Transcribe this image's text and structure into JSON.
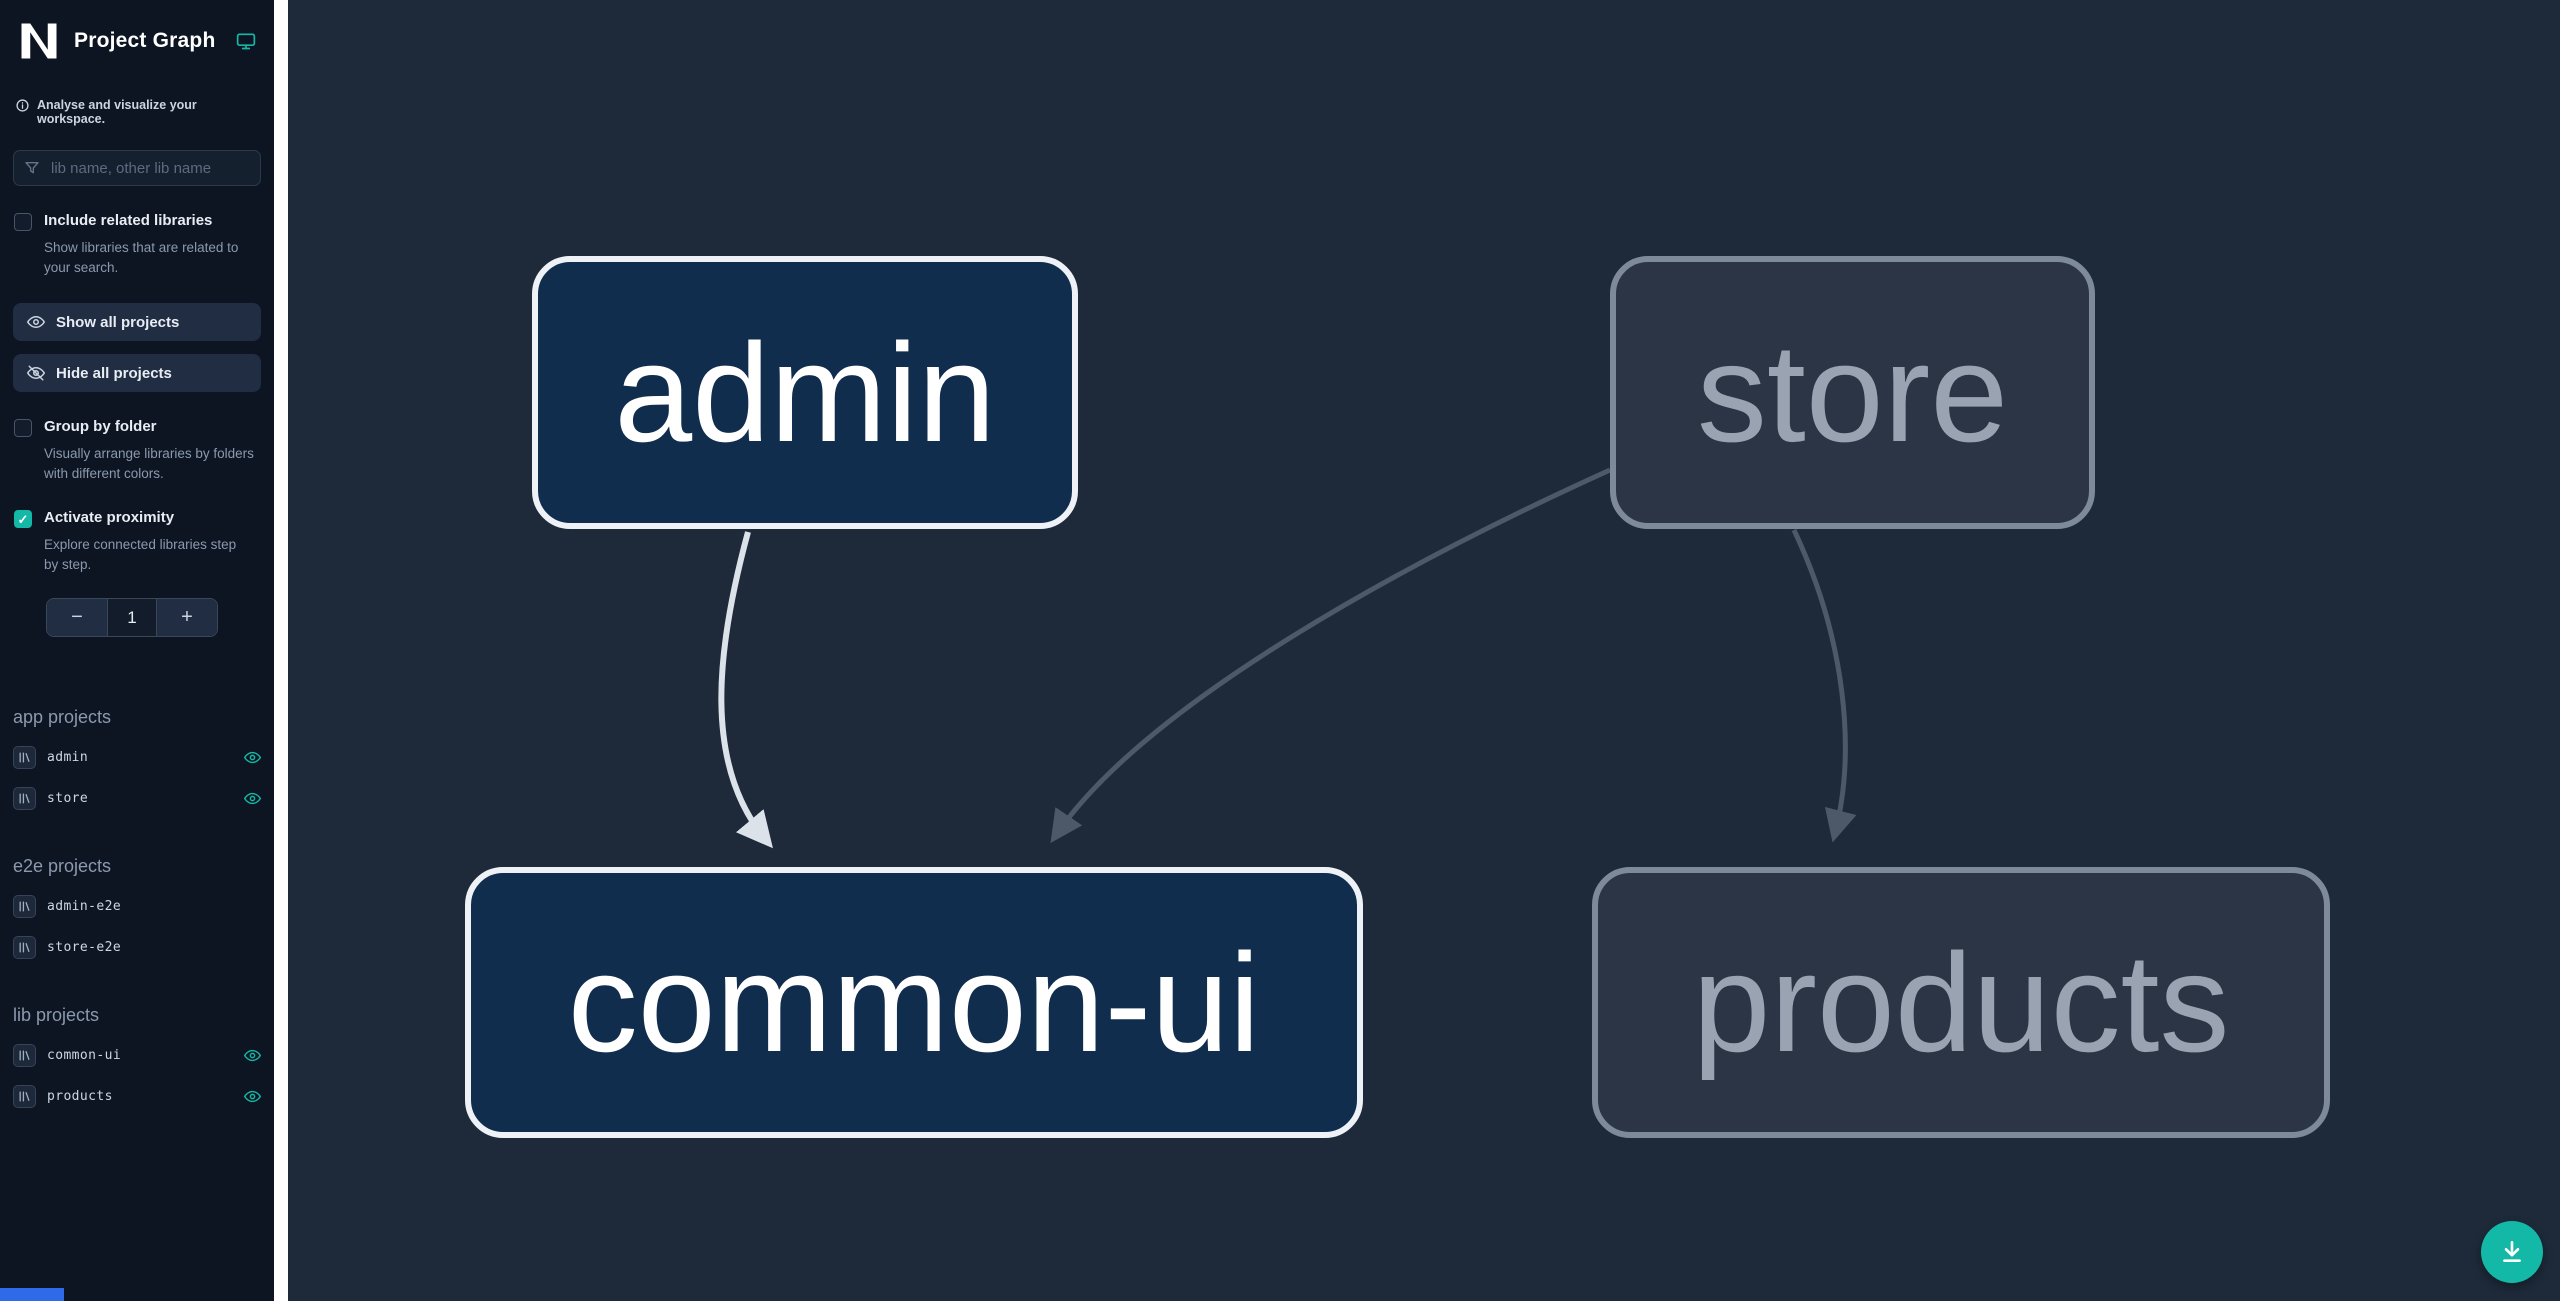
{
  "colors": {
    "accent_teal": "#14b8a6",
    "sidebar_bg": "#0d1522",
    "canvas_bg": "#1e2a3a",
    "node_focused_fill": "#112d4e",
    "node_focused_border": "#eef2f7",
    "node_muted_fill": "#2c3545",
    "node_muted_border": "#7e8999",
    "edge_focused": "#dbe2ea",
    "edge_muted": "#4d5869",
    "scroll_thumb_blue": "#2f6ae8"
  },
  "header": {
    "title": "Project Graph"
  },
  "sidebar": {
    "tagline": "Analyse and visualize your workspace.",
    "filter": {
      "placeholder": "lib name, other lib name",
      "value": ""
    },
    "include_related": {
      "label": "Include related libraries",
      "description": "Show libraries that are related to your search.",
      "checked": false
    },
    "actions": {
      "show_all_label": "Show all projects",
      "hide_all_label": "Hide all projects"
    },
    "group_by_folder": {
      "label": "Group by folder",
      "description": "Visually arrange libraries by folders with different colors.",
      "checked": false
    },
    "activate_proximity": {
      "label": "Activate proximity",
      "description": "Explore connected libraries step by step.",
      "checked": true
    },
    "proximity_stepper": {
      "decrement_label": "−",
      "value": "1",
      "increment_label": "+"
    },
    "sections": [
      {
        "heading": "app projects",
        "projects": [
          {
            "name": "admin",
            "visible": true
          },
          {
            "name": "store",
            "visible": true
          }
        ]
      },
      {
        "heading": "e2e projects",
        "projects": [
          {
            "name": "admin-e2e",
            "visible": false
          },
          {
            "name": "store-e2e",
            "visible": false
          }
        ]
      },
      {
        "heading": "lib projects",
        "projects": [
          {
            "name": "common-ui",
            "visible": true
          },
          {
            "name": "products",
            "visible": true
          }
        ]
      }
    ]
  },
  "graph": {
    "nodes": [
      {
        "id": "admin",
        "label": "admin",
        "state": "focused"
      },
      {
        "id": "store",
        "label": "store",
        "state": "muted"
      },
      {
        "id": "common-ui",
        "label": "common-ui",
        "state": "focused"
      },
      {
        "id": "products",
        "label": "products",
        "state": "muted"
      }
    ],
    "edges": [
      {
        "source": "admin",
        "target": "common-ui",
        "state": "focused"
      },
      {
        "source": "store",
        "target": "common-ui",
        "state": "muted"
      },
      {
        "source": "store",
        "target": "products",
        "state": "muted"
      }
    ]
  }
}
